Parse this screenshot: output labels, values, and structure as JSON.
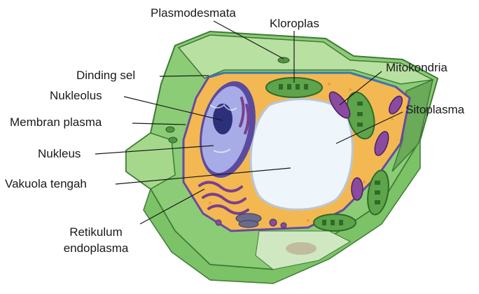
{
  "labels": {
    "plasmodesmata": "Plasmodesmata",
    "kloroplas": "Kloroplas",
    "dinding_sel": "Dinding sel",
    "mitokondria": "Mitokondria",
    "nukleolus": "Nukleolus",
    "sitoplasma": "Sitoplasma",
    "membran_plasma": "Membran plasma",
    "nukleus": "Nukleus",
    "vakuola_tengah": "Vakuola tengah",
    "retikulum_line1": "Retikulum",
    "retikulum_line2": "endoplasma"
  },
  "colors": {
    "cell_wall": "#7dbf6a",
    "cell_wall_light": "#b6dd9e",
    "cell_wall_dark": "#4f9444",
    "cytoplasm": "#f2b54f",
    "membrane": "#6a4aa0",
    "vacuole": "#e8f2fb",
    "nucleus": "#9a9ee0",
    "chloroplast": "#6aab4a",
    "mitochondria": "#8a4aa0",
    "leader_line": "#1a1a1a"
  }
}
